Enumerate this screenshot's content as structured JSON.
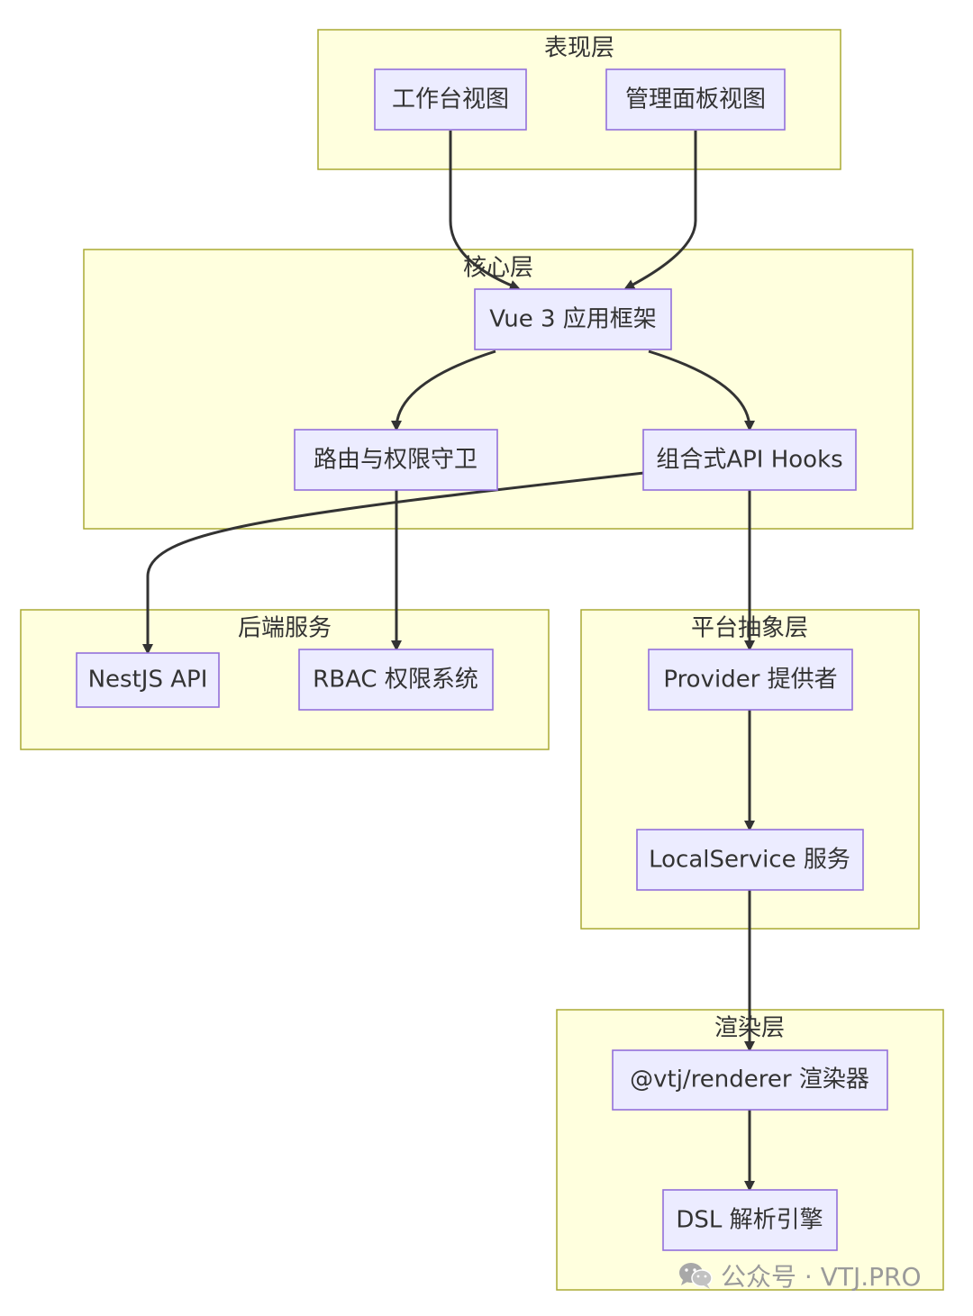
{
  "clusters": {
    "presentation": "表现层",
    "core": "核心层",
    "backend": "后端服务",
    "platform": "平台抽象层",
    "render": "渲染层"
  },
  "nodes": {
    "workbench": "工作台视图",
    "admin": "管理面板视图",
    "vue": "Vue 3 应用框架",
    "router": "路由与权限守卫",
    "hooks": "组合式API Hooks",
    "nest": "NestJS API",
    "rbac": "RBAC 权限系统",
    "provider": "Provider 提供者",
    "local": "LocalService 服务",
    "renderer": "@vtj/renderer 渲染器",
    "dsl": "DSL 解析引擎"
  },
  "edges": [
    [
      "workbench",
      "vue"
    ],
    [
      "admin",
      "vue"
    ],
    [
      "vue",
      "router"
    ],
    [
      "vue",
      "hooks"
    ],
    [
      "hooks",
      "nest"
    ],
    [
      "router",
      "rbac"
    ],
    [
      "hooks",
      "provider"
    ],
    [
      "provider",
      "local"
    ],
    [
      "local",
      "renderer"
    ],
    [
      "renderer",
      "dsl"
    ]
  ],
  "watermark": {
    "text": "公众号 · VTJ.PRO",
    "icon": "wechat-icon"
  }
}
